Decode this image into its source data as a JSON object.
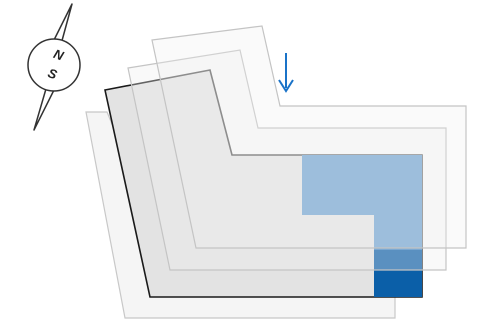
{
  "compass": {
    "north_letter": "N",
    "south_letter": "S",
    "icon": "compass-rose-icon"
  },
  "direction_arrow": {
    "icon": "arrow-down-icon",
    "color": "#1a73c8"
  },
  "layers": {
    "count": 4,
    "back_layer_fill": "#f2f2f2",
    "back_layer_stroke": "#c4c4c4",
    "focus_layer_fill": "#e3e3e3",
    "focus_layer_stroke": "#1a1a1a"
  },
  "highlight": {
    "region_color": "#3d85c6",
    "region_fill_fraction": 0.85,
    "intersection_color": "#0b5fa8"
  }
}
